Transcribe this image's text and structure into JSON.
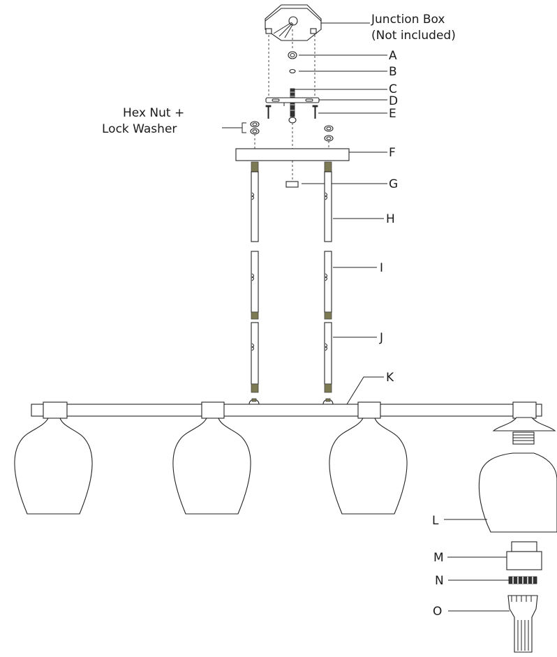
{
  "labels": {
    "junction_box": "Junction Box",
    "not_included": "(Not included)",
    "hex_nut": "Hex Nut +",
    "lock_washer": "Lock Washer",
    "A": "A",
    "B": "B",
    "C": "C",
    "D": "D",
    "E": "E",
    "F": "F",
    "G": "G",
    "H": "H",
    "I": "I",
    "J": "J",
    "K": "K",
    "L": "L",
    "M": "M",
    "N": "N",
    "O": "O"
  }
}
